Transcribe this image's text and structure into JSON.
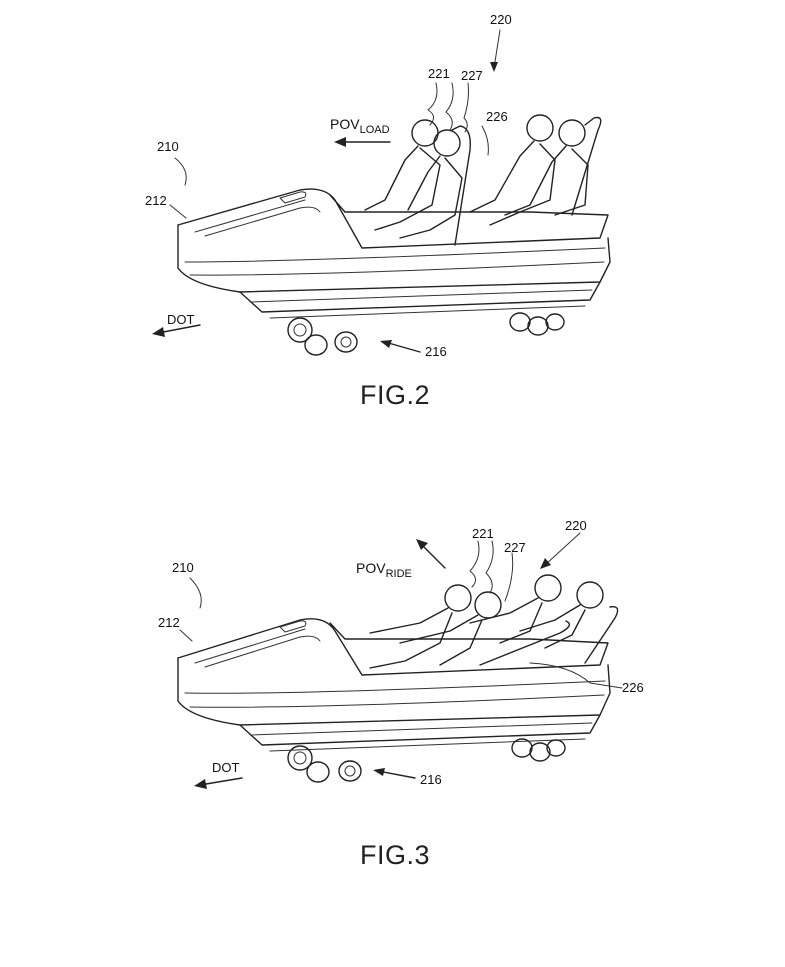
{
  "figures": [
    {
      "id": "fig2",
      "caption": "FIG.2",
      "labels": {
        "vehicle": "210",
        "front": "212",
        "wheels": "216",
        "seating": "220",
        "riders": "221",
        "seatback": "227",
        "restraint": "226",
        "pov_main": "POV",
        "pov_sub": "LOAD",
        "direction": "DOT"
      }
    },
    {
      "id": "fig3",
      "caption": "FIG.3",
      "labels": {
        "vehicle": "210",
        "front": "212",
        "wheels": "216",
        "seating": "220",
        "riders": "221",
        "seatback": "227",
        "restraint": "226",
        "pov_main": "POV",
        "pov_sub": "RIDE",
        "direction": "DOT"
      }
    }
  ]
}
